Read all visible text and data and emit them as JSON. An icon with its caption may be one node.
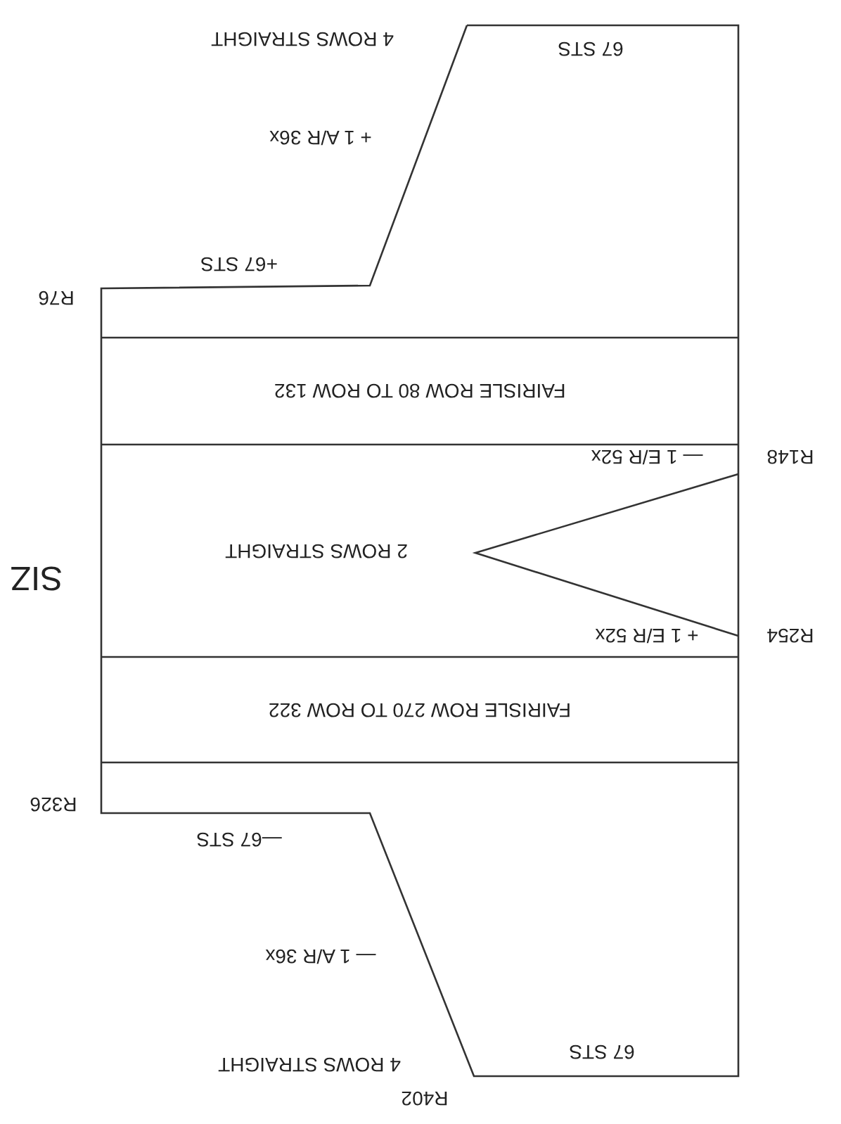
{
  "diagram": {
    "nodes": [
      {
        "text": [
          "FAIRISLE ROW 80 TO ROW 132"
        ]
      },
      {
        "text": [
          "FAIRISLE ROW 270 TO ROW 322"
        ]
      }
    ],
    "labels": [
      "4 ROWS STRAIGHT",
      "67 STS",
      "+ 1 A/R 36x",
      "+67 STS",
      "R76",
      "R148",
      "— 1 E/R 52x",
      "SIZ",
      "2 ROWS STRAIGHT",
      "R254",
      "+ 1 E/R 52x",
      "R326",
      "—67 STS",
      "— 1 A/R 36x",
      "4 ROWS STRAIGHT",
      "67 STS",
      "R402"
    ]
  }
}
